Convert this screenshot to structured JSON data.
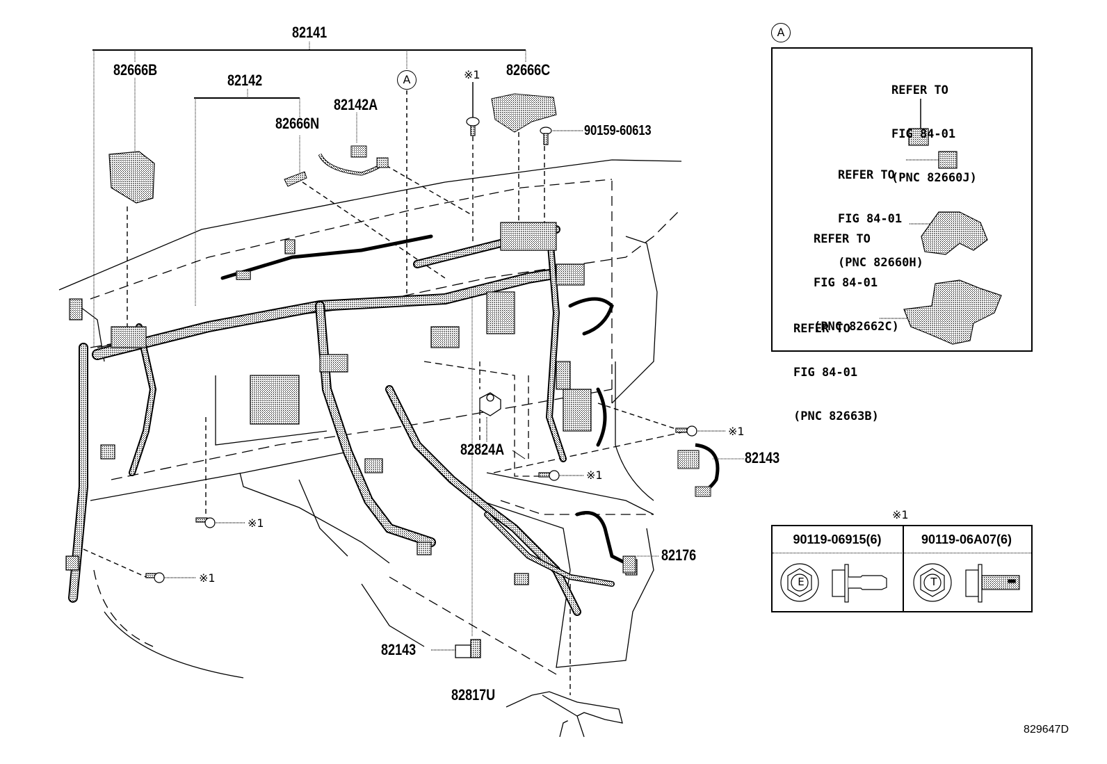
{
  "diagram": {
    "title": "Instrument Panel Wire Harness Parts Diagram",
    "figure_code": "829647D",
    "callouts": {
      "c82141": "82141",
      "c82666B": "82666B",
      "c82142": "82142",
      "c82142A": "82142A",
      "c82666N": "82666N",
      "c82666C": "82666C",
      "c90159": "90159-60613",
      "c82824A": "82824A",
      "c82143_right": "82143",
      "c82176": "82176",
      "c82143_bottom": "82143",
      "c82817U": "82817U"
    },
    "circle_marker": "A",
    "fastener_mark": "※1",
    "fastener_marks_count": 6
  },
  "detail_A": {
    "marker": "A",
    "refs": [
      {
        "line1": "REFER TO",
        "line2": "FIG 84-01",
        "line3": "(PNC 82660J)"
      },
      {
        "line1": "REFER TO",
        "line2": "FIG 84-01",
        "line3": "(PNC 82660H)"
      },
      {
        "line1": "REFER TO",
        "line2": "FIG 84-01",
        "line3": "(PNC 82662C)"
      },
      {
        "line1": "REFER TO",
        "line2": "FIG 84-01",
        "line3": "(PNC 82663B)"
      }
    ]
  },
  "fastener_table": {
    "mark": "※1",
    "columns": [
      {
        "part_no": "90119-06915(6)",
        "head_letter": "E"
      },
      {
        "part_no": "90119-06A07(6)",
        "head_letter": "T"
      }
    ]
  }
}
